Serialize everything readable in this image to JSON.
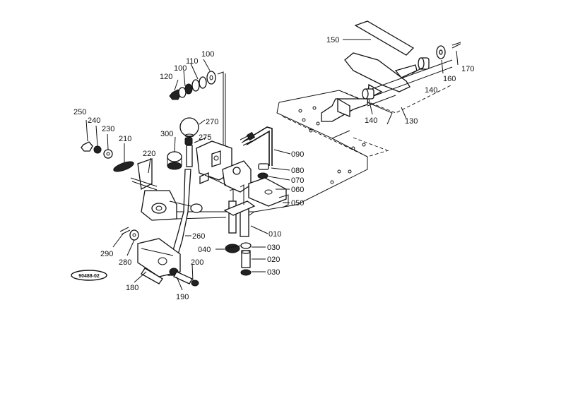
{
  "diagram": {
    "stamp": "90488-02",
    "callouts": [
      "010",
      "020",
      "030",
      "030",
      "040",
      "050",
      "060",
      "070",
      "080",
      "090",
      "100",
      "100",
      "110",
      "120",
      "130",
      "140",
      "140",
      "150",
      "160",
      "170",
      "180",
      "190",
      "200",
      "210",
      "220",
      "230",
      "240",
      "250",
      "260",
      "270",
      "275",
      "280",
      "290",
      "300"
    ]
  }
}
